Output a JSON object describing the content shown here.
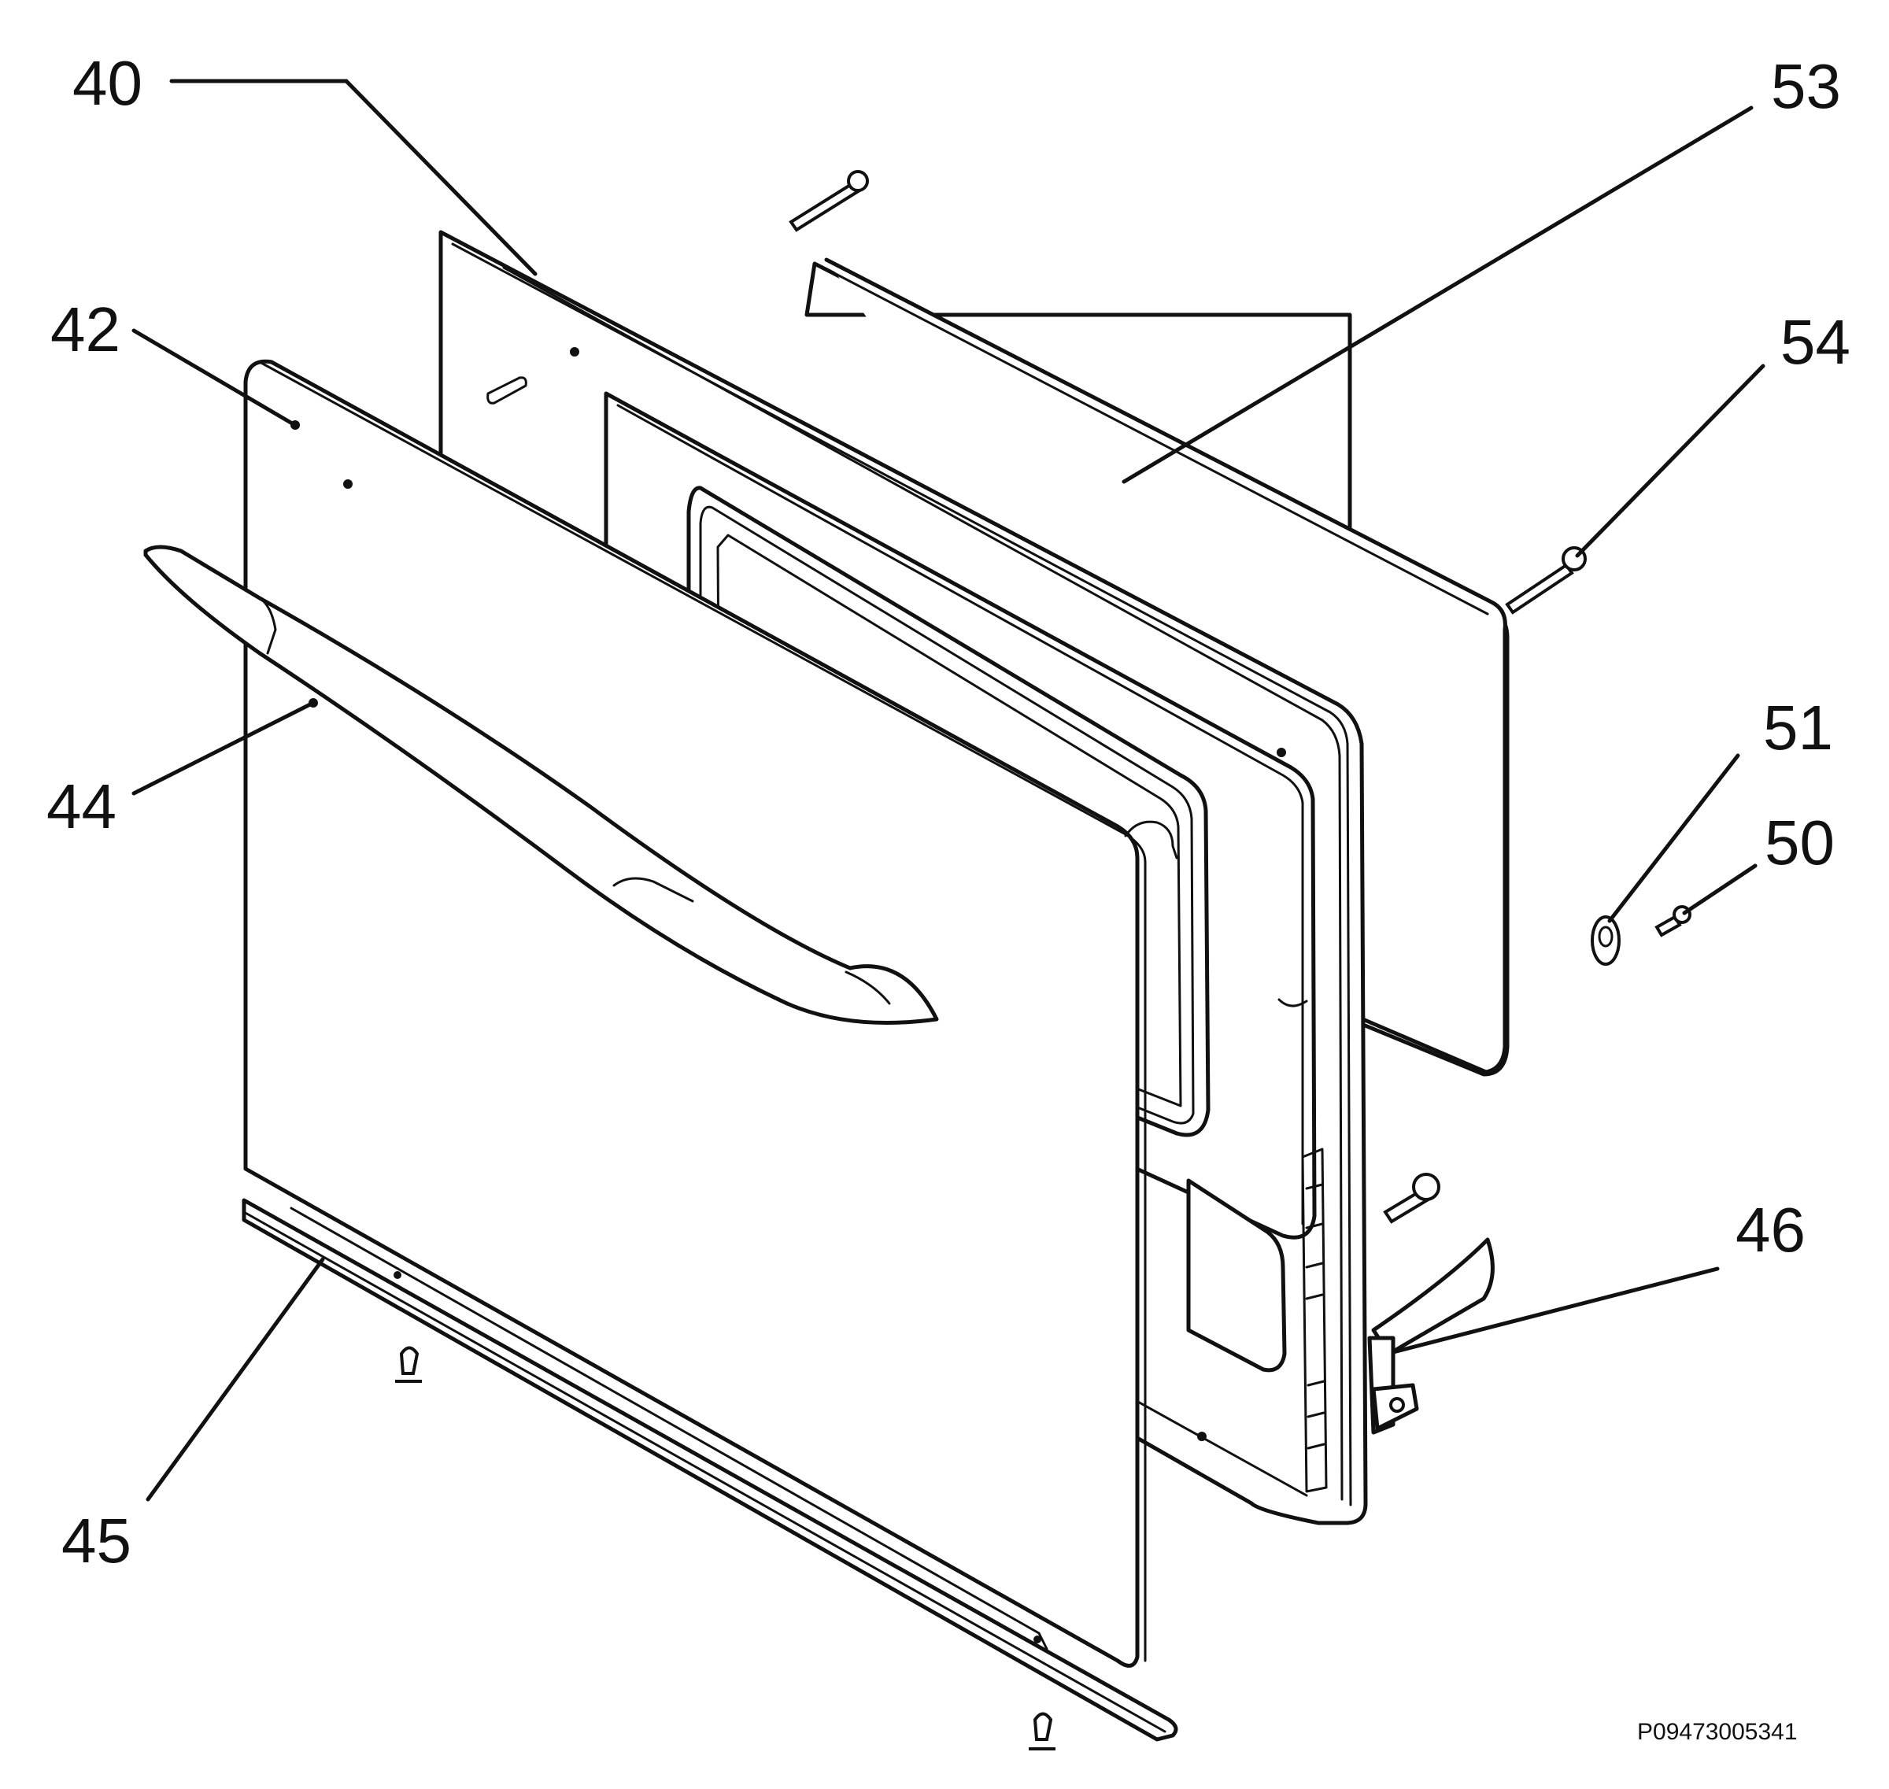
{
  "diagram": {
    "type": "exploded parts diagram",
    "subject": "oven door assembly",
    "callouts": [
      {
        "id": "40",
        "label": "40"
      },
      {
        "id": "42",
        "label": "42"
      },
      {
        "id": "44",
        "label": "44"
      },
      {
        "id": "45",
        "label": "45"
      },
      {
        "id": "46",
        "label": "46"
      },
      {
        "id": "50",
        "label": "50"
      },
      {
        "id": "51",
        "label": "51"
      },
      {
        "id": "53",
        "label": "53"
      },
      {
        "id": "54",
        "label": "54"
      }
    ],
    "document_ref": "P09473005341"
  }
}
